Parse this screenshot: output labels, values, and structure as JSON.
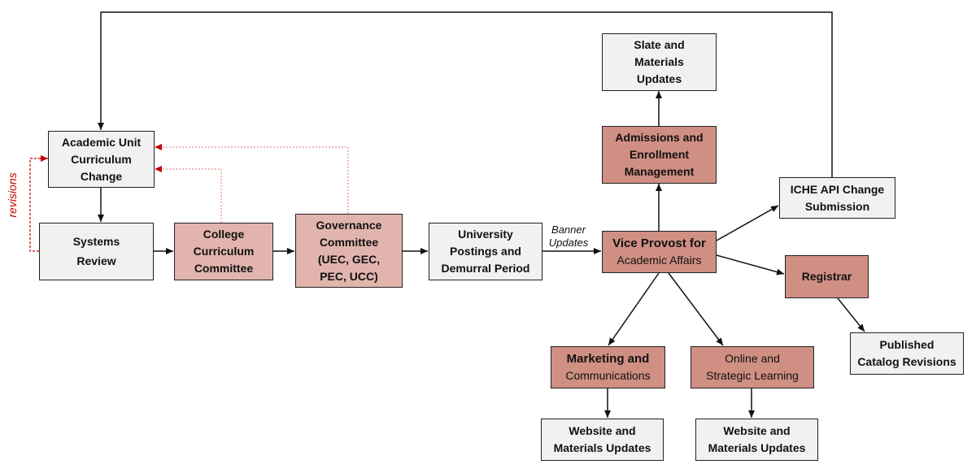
{
  "nodes": {
    "slate": [
      "Slate  and",
      "Materials",
      "Updates"
    ],
    "academic": [
      "Academic  Unit",
      "Curriculum",
      "Change"
    ],
    "admissions": [
      "Admissions and",
      "Enrollment",
      "Management"
    ],
    "iche": [
      "ICHE API Change",
      "Submission"
    ],
    "systems": [
      "Systems",
      "Review"
    ],
    "college": [
      "College",
      "Curriculum",
      "Committee"
    ],
    "governance": [
      "Governance",
      "Committee",
      "(UEC, GEC,",
      "PEC, UCC)"
    ],
    "university": [
      "University",
      "Postings and",
      "Demurral  Period"
    ],
    "vpaa": [
      "Vice Provost for",
      "Academic Affairs"
    ],
    "registrar": [
      "Registrar"
    ],
    "published": [
      "Published",
      "Catalog Revisions"
    ],
    "marketing": [
      "Marketing and",
      "Communications"
    ],
    "online": [
      "Online and",
      "Strategic Learning"
    ],
    "website1": [
      "Website and",
      "Materials Updates"
    ],
    "website2": [
      "Website and",
      "Materials Updates"
    ]
  },
  "edge_labels": {
    "banner": [
      "Banner",
      "Updates"
    ],
    "revisions": "revisions"
  },
  "colors": {
    "gray_fill": "#f1f1f1",
    "pink_fill": "#e1b5ad",
    "red_fill": "#cf8f82",
    "revision_red": "#c00000"
  }
}
